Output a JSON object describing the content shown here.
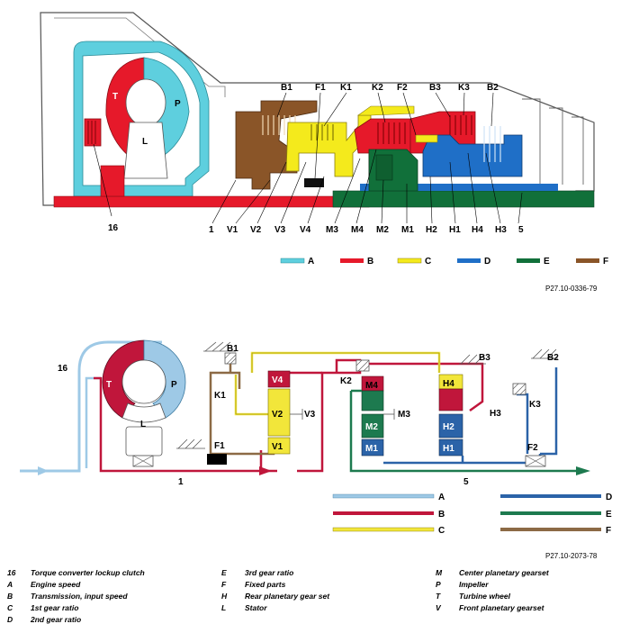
{
  "top_diagram": {
    "labels": {
      "B1": "B1",
      "F1": "F1",
      "K1": "K1",
      "K2": "K2",
      "F2": "F2",
      "B3": "B3",
      "K3": "K3",
      "B2": "B2",
      "T": "T",
      "P": "P",
      "L": "L",
      "n16": "16",
      "n1": "1",
      "V1": "V1",
      "V2": "V2",
      "V3": "V3",
      "V4": "V4",
      "M3": "M3",
      "M4": "M4",
      "M2": "M2",
      "M1": "M1",
      "H2": "H2",
      "H1": "H1",
      "H4": "H4",
      "H3": "H3",
      "n5": "5"
    },
    "reference": "P27.10-0336-79"
  },
  "top_legend": [
    {
      "key": "A",
      "color": "#5ecfde"
    },
    {
      "key": "B",
      "color": "#e6192a"
    },
    {
      "key": "C",
      "color": "#f4ea1c"
    },
    {
      "key": "D",
      "color": "#1f6fc7"
    },
    {
      "key": "E",
      "color": "#11703a"
    },
    {
      "key": "F",
      "color": "#8a5528"
    }
  ],
  "bottom_diagram": {
    "labels": {
      "n16": "16",
      "T": "T",
      "P": "P",
      "L": "L",
      "B1": "B1",
      "K1": "K1",
      "F1": "F1",
      "V4": "V4",
      "V2": "V2",
      "V1": "V1",
      "V3": "V3",
      "K2": "K2",
      "M4": "M4",
      "M2": "M2",
      "M1": "M1",
      "M3": "M3",
      "H4": "H4",
      "H2": "H2",
      "H1": "H1",
      "H3": "H3",
      "B3": "B3",
      "B2": "B2",
      "K3": "K3",
      "F2": "F2",
      "n1": "1",
      "n5": "5"
    },
    "reference": "P27.10-2073-78"
  },
  "bottom_legend_left": [
    {
      "key": "A",
      "color": "#9ec9e6"
    },
    {
      "key": "B",
      "color": "#c0163b"
    },
    {
      "key": "C",
      "color": "#f2e63a"
    }
  ],
  "bottom_legend_right": [
    {
      "key": "D",
      "color": "#2b63a8"
    },
    {
      "key": "E",
      "color": "#1d7a4f"
    },
    {
      "key": "F",
      "color": "#8c6a45"
    }
  ],
  "colors": {
    "A": "#5ecfde",
    "B": "#e6192a",
    "C": "#f4ea1c",
    "D": "#1f6fc7",
    "E": "#11703a",
    "F": "#8a5528",
    "housing": "#555555"
  },
  "key_columns": [
    [
      {
        "code": "16",
        "text": "Torque converter lockup clutch"
      },
      {
        "code": "A",
        "text": "Engine speed"
      },
      {
        "code": "B",
        "text": "Transmission, input speed"
      },
      {
        "code": "C",
        "text": "1st gear ratio"
      },
      {
        "code": "D",
        "text": "2nd gear ratio"
      }
    ],
    [
      {
        "code": "E",
        "text": "3rd gear ratio"
      },
      {
        "code": "F",
        "text": "Fixed parts"
      },
      {
        "code": "H",
        "text": "Rear planetary gear set"
      },
      {
        "code": "L",
        "text": "Stator"
      }
    ],
    [
      {
        "code": "M",
        "text": "Center planetary gearset"
      },
      {
        "code": "P",
        "text": "Impeller"
      },
      {
        "code": "T",
        "text": "Turbine wheel"
      },
      {
        "code": "V",
        "text": "Front planetary gearset"
      }
    ]
  ]
}
